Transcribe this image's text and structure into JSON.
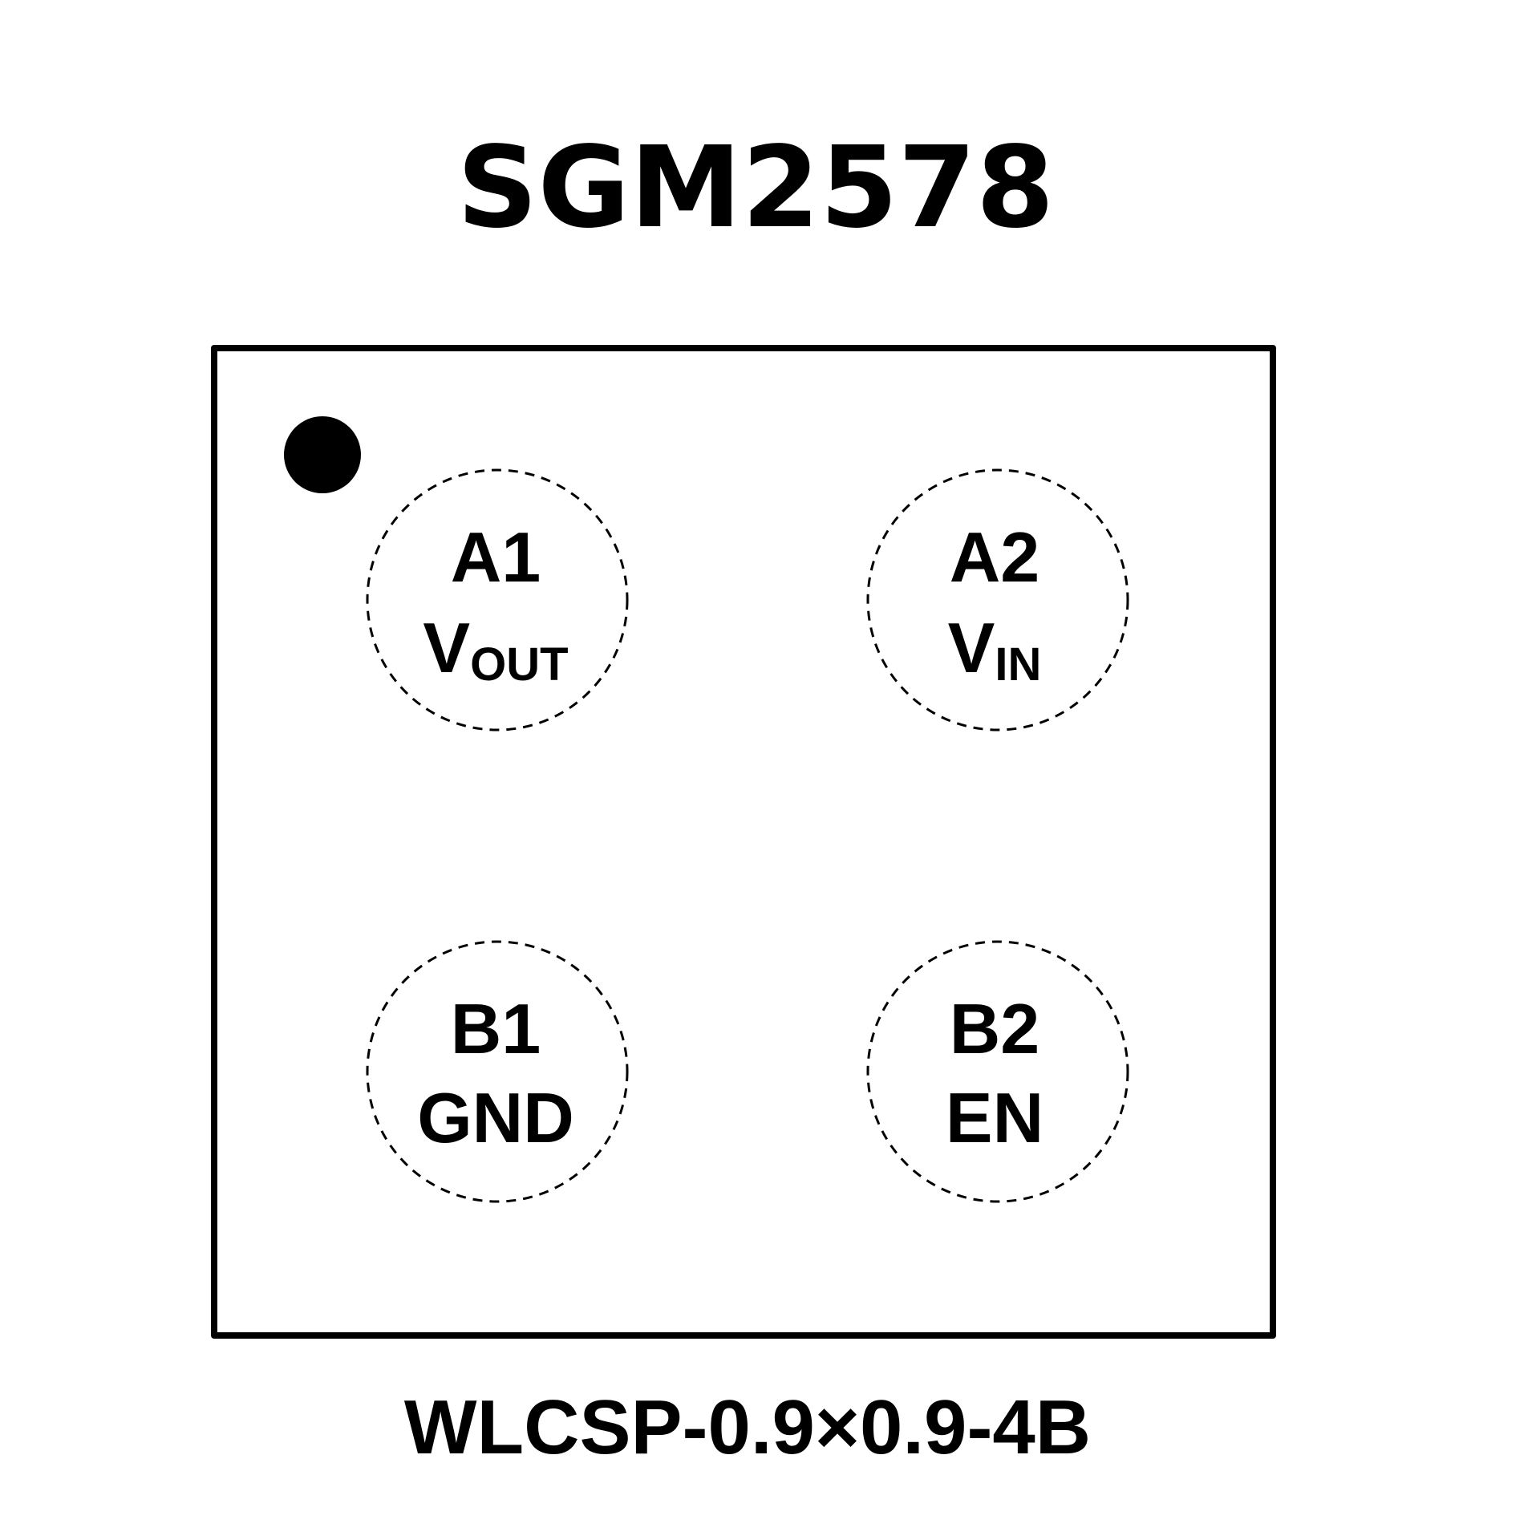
{
  "title": "SGM2578",
  "package": "WLCSP-0.9×0.9-4B",
  "pins": [
    {
      "id": "A1",
      "name_main": "V",
      "name_sub": "OUT"
    },
    {
      "id": "A2",
      "name_main": "V",
      "name_sub": "IN"
    },
    {
      "id": "B1",
      "name_main": "GND",
      "name_sub": ""
    },
    {
      "id": "B2",
      "name_main": "EN",
      "name_sub": ""
    }
  ]
}
